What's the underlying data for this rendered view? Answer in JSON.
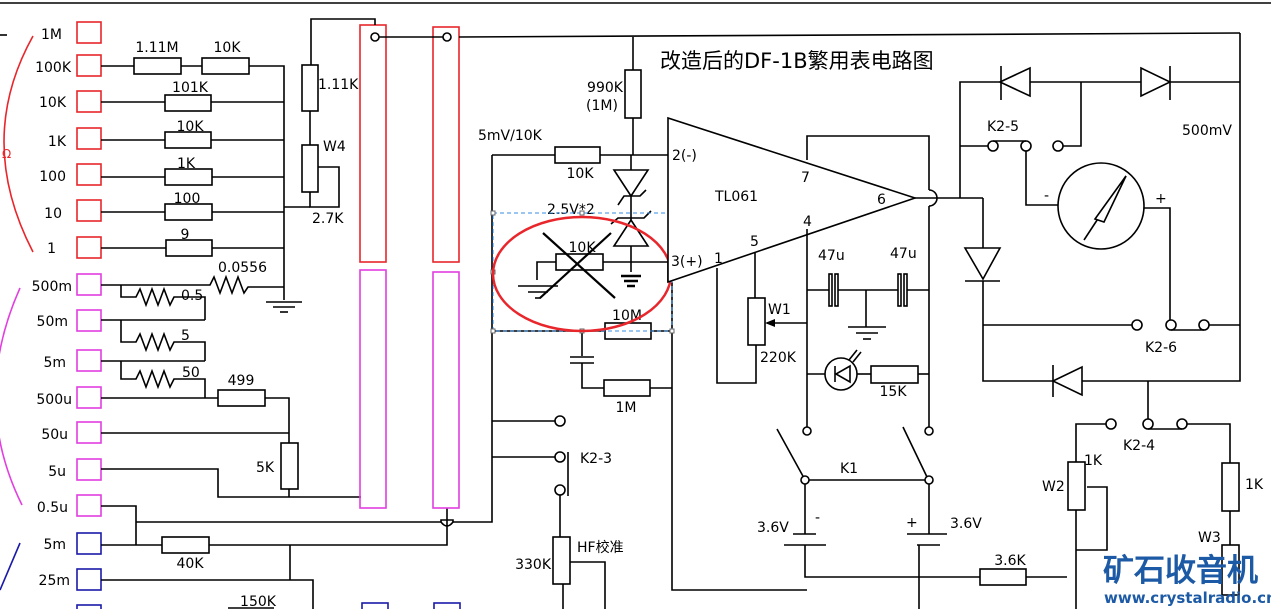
{
  "title": "改造后的DF-1B繁用表电路图",
  "ohm_symbol": "Ω",
  "colors": {
    "ohm": "#e8262b",
    "current": "#e23ee0",
    "voltage": "#1a1aa8",
    "annotation": "#e8262b",
    "selection": "#3a8ee6",
    "watermark": "#1d5aa6"
  },
  "ranges": {
    "ohm": [
      "1M",
      "100K",
      "10K",
      "1K",
      "100",
      "10",
      "1"
    ],
    "current": [
      "500m",
      "50m",
      "5m",
      "500u",
      "50u",
      "5u",
      "0.5u"
    ],
    "voltage": [
      "5m",
      "25m"
    ]
  },
  "resistors": {
    "r_1_11M": "1.11M",
    "r_10K_a": "10K",
    "r_101K": "101K",
    "r_10K_b": "10K",
    "r_1K": "1K",
    "r_100": "100",
    "r_9": "9",
    "r_0_0556": "0.0556",
    "r_0_5": "0.5",
    "r_5": "5",
    "r_50": "50",
    "r_499": "499",
    "r_5K": "5K",
    "r_40K": "40K",
    "r_150K": "150K",
    "r_1_11K": "1.11K",
    "w4": "W4",
    "w4_value": "2.7K",
    "r_990K": "990K",
    "r_990K_alt": "(1M)",
    "input_label": "5mV/10K",
    "r_10K_in": "10K",
    "zener": "2.5V*2",
    "r_10K_removed": "10K",
    "r_10M": "10M",
    "r_1M": "1M",
    "k2_3": "K2-3",
    "r_330K": "330K",
    "hf_cal": "HF校准",
    "w1": "W1",
    "w1_value": "220K",
    "r_15K": "15K",
    "c1": "47u",
    "c2": "47u",
    "k1": "K1",
    "batt_neg": "3.6V",
    "batt_pos": "3.6V",
    "minus": "-",
    "plus": "+",
    "r_3_6K": "3.6K",
    "k2_5": "K2-5",
    "range_500mV": "500mV",
    "meter_minus": "-",
    "meter_plus": "+",
    "k2_6": "K2-6",
    "k2_4": "K2-4",
    "w2": "W2",
    "w2_value": "1K",
    "r_1K_right": "1K",
    "w3": "W3"
  },
  "opamp": {
    "name": "TL061",
    "pin2": "2(-)",
    "pin3": "3(+)",
    "pin7": "7",
    "pin6": "6",
    "pin4": "4",
    "pin1": "1",
    "pin5": "5"
  },
  "watermark": {
    "text": "矿石收音机",
    "url": "www.crystalradio.cn"
  }
}
